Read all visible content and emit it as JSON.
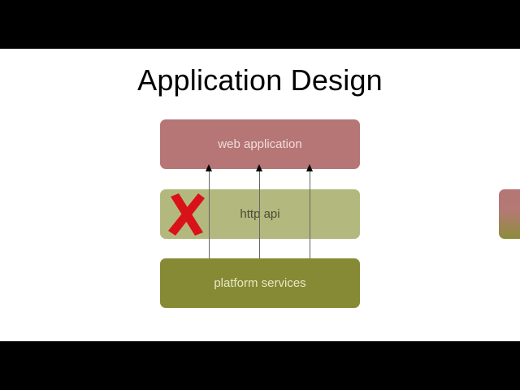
{
  "slide": {
    "title": "Application Design",
    "layers": [
      {
        "id": "web",
        "label": "web application",
        "color": "#b57675"
      },
      {
        "id": "api",
        "label": "http api",
        "color": "#b3b97e",
        "status": "crossed-out"
      },
      {
        "id": "platform",
        "label": "platform services",
        "color": "#868a34"
      }
    ],
    "arrows": {
      "count": 3,
      "from": "platform services",
      "to": "web application",
      "passes_through": "http api"
    },
    "annotation": {
      "icon": "red-x-mark",
      "color": "#d9121a"
    }
  }
}
